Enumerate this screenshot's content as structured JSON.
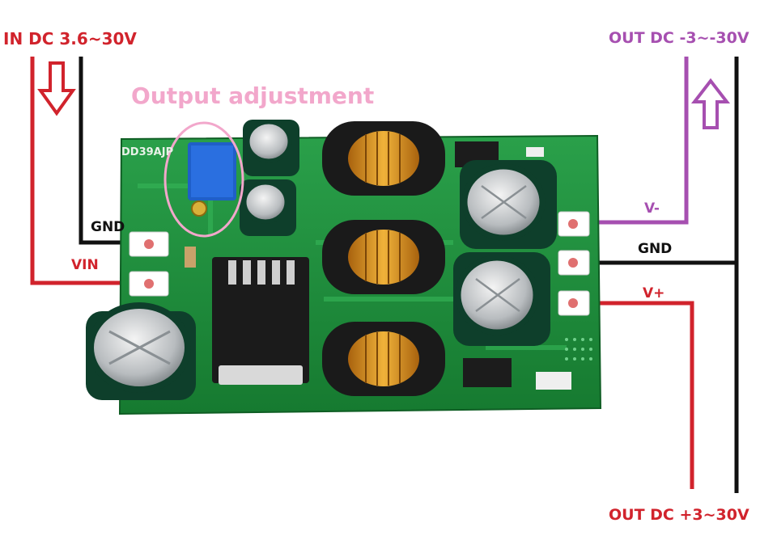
{
  "labels": {
    "input_title": "IN DC 3.6~30V",
    "output_neg_title": "OUT DC -3~-30V",
    "output_pos_title": "OUT DC +3~30V",
    "adjust_label": "Output adjustment",
    "gnd_left": "GND",
    "vin_left": "VIN",
    "vneg": "V-",
    "gnd_right": "GND",
    "vpos": "V+"
  },
  "board": {
    "model": "DD39AJP"
  },
  "colors": {
    "input_wire": "#d1232c",
    "output_neg_wire": "#a64fb0",
    "ground_wire": "#111111",
    "adjust_highlight": "#f2a7cb",
    "pcb": "#1f8a3a"
  },
  "icons": {
    "input_arrow": "arrow-down-outline-icon",
    "output_arrow": "arrow-up-outline-icon"
  }
}
